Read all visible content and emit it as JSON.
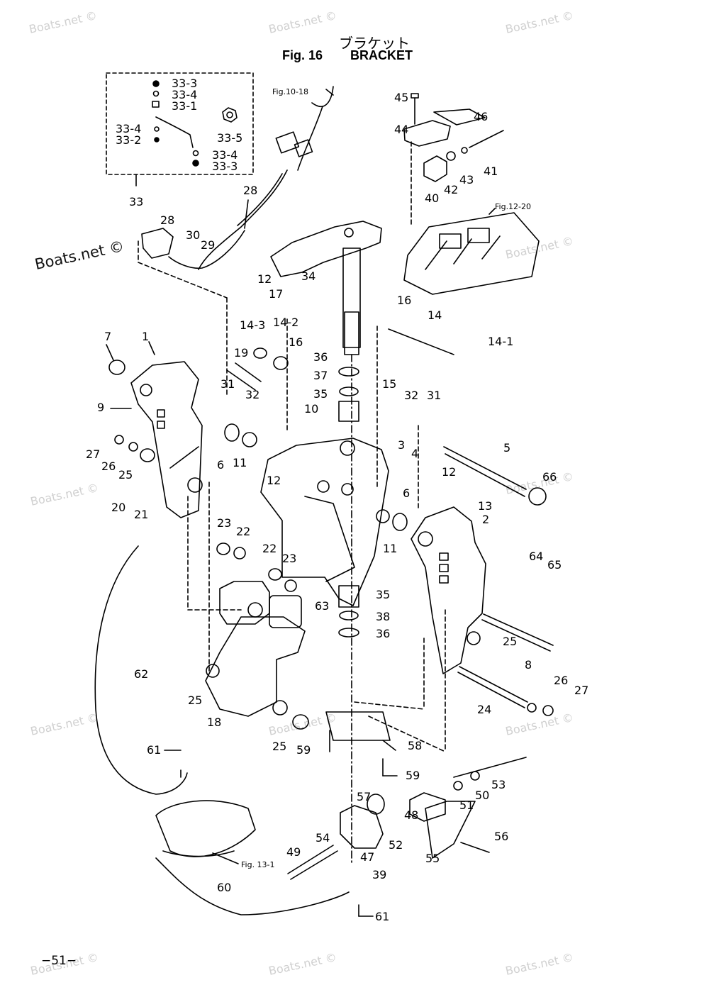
{
  "title": {
    "japanese": "ブラケット",
    "figure": "Fig. 16",
    "name": "BRACKET"
  },
  "page_number": "−51−",
  "watermark": "Boats.net ©",
  "side_watermark": "Boats.net ©",
  "parts": [
    {
      "id": "p-33-3a",
      "text": "33-3"
    },
    {
      "id": "p-33-4a",
      "text": "33-4"
    },
    {
      "id": "p-33-1",
      "text": "33-1"
    },
    {
      "id": "p-33-4b",
      "text": "33-4"
    },
    {
      "id": "p-33-2",
      "text": "33-2"
    },
    {
      "id": "p-33-5",
      "text": "33-5"
    },
    {
      "id": "p-33-4c",
      "text": "33-4"
    },
    {
      "id": "p-33-3b",
      "text": "33-3"
    },
    {
      "id": "p-33",
      "text": "33"
    },
    {
      "id": "p-28a",
      "text": "28"
    },
    {
      "id": "p-28b",
      "text": "28"
    },
    {
      "id": "p-30",
      "text": "30"
    },
    {
      "id": "p-29",
      "text": "29"
    },
    {
      "id": "p-45",
      "text": "45"
    },
    {
      "id": "p-46",
      "text": "46"
    },
    {
      "id": "p-44",
      "text": "44"
    },
    {
      "id": "p-40",
      "text": "40"
    },
    {
      "id": "p-42",
      "text": "42"
    },
    {
      "id": "p-43",
      "text": "43"
    },
    {
      "id": "p-41",
      "text": "41"
    },
    {
      "id": "p-34",
      "text": "34"
    },
    {
      "id": "p-12a",
      "text": "12"
    },
    {
      "id": "p-17",
      "text": "17"
    },
    {
      "id": "p-14-3",
      "text": "14-3"
    },
    {
      "id": "p-14-2",
      "text": "14-2"
    },
    {
      "id": "p-16a",
      "text": "16"
    },
    {
      "id": "p-16b",
      "text": "16"
    },
    {
      "id": "p-14",
      "text": "14"
    },
    {
      "id": "p-14-1",
      "text": "14-1"
    },
    {
      "id": "p-7",
      "text": "7"
    },
    {
      "id": "p-1",
      "text": "1"
    },
    {
      "id": "p-19",
      "text": "19"
    },
    {
      "id": "p-36a",
      "text": "36"
    },
    {
      "id": "p-37",
      "text": "37"
    },
    {
      "id": "p-35a",
      "text": "35"
    },
    {
      "id": "p-31a",
      "text": "31"
    },
    {
      "id": "p-32a",
      "text": "32"
    },
    {
      "id": "p-15",
      "text": "15"
    },
    {
      "id": "p-32b",
      "text": "32"
    },
    {
      "id": "p-31b",
      "text": "31"
    },
    {
      "id": "p-9",
      "text": "9"
    },
    {
      "id": "p-10",
      "text": "10"
    },
    {
      "id": "p-27a",
      "text": "27"
    },
    {
      "id": "p-26a",
      "text": "26"
    },
    {
      "id": "p-25a",
      "text": "25"
    },
    {
      "id": "p-6a",
      "text": "6"
    },
    {
      "id": "p-11a",
      "text": "11"
    },
    {
      "id": "p-3",
      "text": "3"
    },
    {
      "id": "p-4",
      "text": "4"
    },
    {
      "id": "p-5",
      "text": "5"
    },
    {
      "id": "p-66",
      "text": "66"
    },
    {
      "id": "p-12b",
      "text": "12"
    },
    {
      "id": "p-12c",
      "text": "12"
    },
    {
      "id": "p-13",
      "text": "13"
    },
    {
      "id": "p-6b",
      "text": "6"
    },
    {
      "id": "p-20",
      "text": "20"
    },
    {
      "id": "p-21",
      "text": "21"
    },
    {
      "id": "p-23a",
      "text": "23"
    },
    {
      "id": "p-22a",
      "text": "22"
    },
    {
      "id": "p-11b",
      "text": "11"
    },
    {
      "id": "p-2",
      "text": "2"
    },
    {
      "id": "p-22b",
      "text": "22"
    },
    {
      "id": "p-23b",
      "text": "23"
    },
    {
      "id": "p-64",
      "text": "64"
    },
    {
      "id": "p-65",
      "text": "65"
    },
    {
      "id": "p-35b",
      "text": "35"
    },
    {
      "id": "p-63",
      "text": "63"
    },
    {
      "id": "p-38",
      "text": "38"
    },
    {
      "id": "p-36b",
      "text": "36"
    },
    {
      "id": "p-25b",
      "text": "25"
    },
    {
      "id": "p-8",
      "text": "8"
    },
    {
      "id": "p-62",
      "text": "62"
    },
    {
      "id": "p-26b",
      "text": "26"
    },
    {
      "id": "p-27b",
      "text": "27"
    },
    {
      "id": "p-25c",
      "text": "25"
    },
    {
      "id": "p-24",
      "text": "24"
    },
    {
      "id": "p-18",
      "text": "18"
    },
    {
      "id": "p-25d",
      "text": "25"
    },
    {
      "id": "p-58",
      "text": "58"
    },
    {
      "id": "p-59a",
      "text": "59"
    },
    {
      "id": "p-59b",
      "text": "59"
    },
    {
      "id": "p-61a",
      "text": "61"
    },
    {
      "id": "p-53",
      "text": "53"
    },
    {
      "id": "p-50",
      "text": "50"
    },
    {
      "id": "p-57",
      "text": "57"
    },
    {
      "id": "p-51",
      "text": "51"
    },
    {
      "id": "p-48",
      "text": "48"
    },
    {
      "id": "p-54",
      "text": "54"
    },
    {
      "id": "p-52",
      "text": "52"
    },
    {
      "id": "p-56",
      "text": "56"
    },
    {
      "id": "p-47",
      "text": "47"
    },
    {
      "id": "p-55",
      "text": "55"
    },
    {
      "id": "p-49",
      "text": "49"
    },
    {
      "id": "p-39",
      "text": "39"
    },
    {
      "id": "p-60",
      "text": "60"
    },
    {
      "id": "p-61b",
      "text": "61"
    }
  ],
  "figure_refs": [
    {
      "id": "ref-10-18",
      "text": "Fig.10-18"
    },
    {
      "id": "ref-12-20",
      "text": "Fig.12-20"
    },
    {
      "id": "ref-13-1",
      "text": "Fig. 13-1"
    }
  ]
}
